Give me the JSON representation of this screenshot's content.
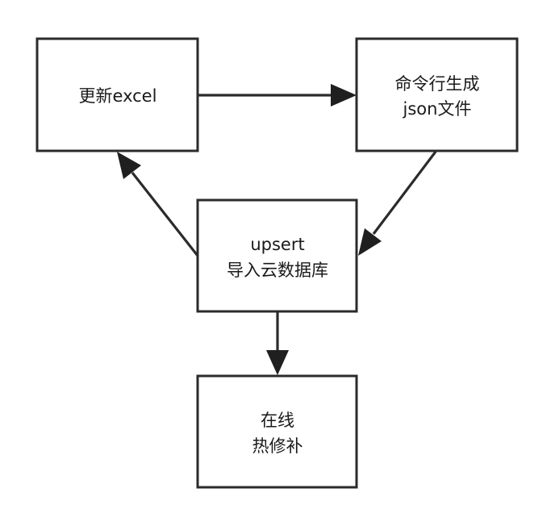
{
  "nodes": {
    "update_excel": {
      "lines": [
        "更新excel"
      ]
    },
    "cli_generate_json": {
      "lines": [
        "命令行生成",
        "json文件"
      ]
    },
    "upsert_import": {
      "lines": [
        "upsert",
        "导入云数据库"
      ]
    },
    "online_hotfix": {
      "lines": [
        "在线",
        "热修补"
      ]
    }
  },
  "edges": [
    {
      "from": "update_excel",
      "to": "cli_generate_json"
    },
    {
      "from": "cli_generate_json",
      "to": "upsert_import"
    },
    {
      "from": "upsert_import",
      "to": "update_excel"
    },
    {
      "from": "upsert_import",
      "to": "online_hotfix"
    }
  ],
  "colors": {
    "stroke": "#2b2b2b",
    "arrowhead": "#1f1f1f",
    "text": "#1a1a1a",
    "background": "#ffffff"
  }
}
